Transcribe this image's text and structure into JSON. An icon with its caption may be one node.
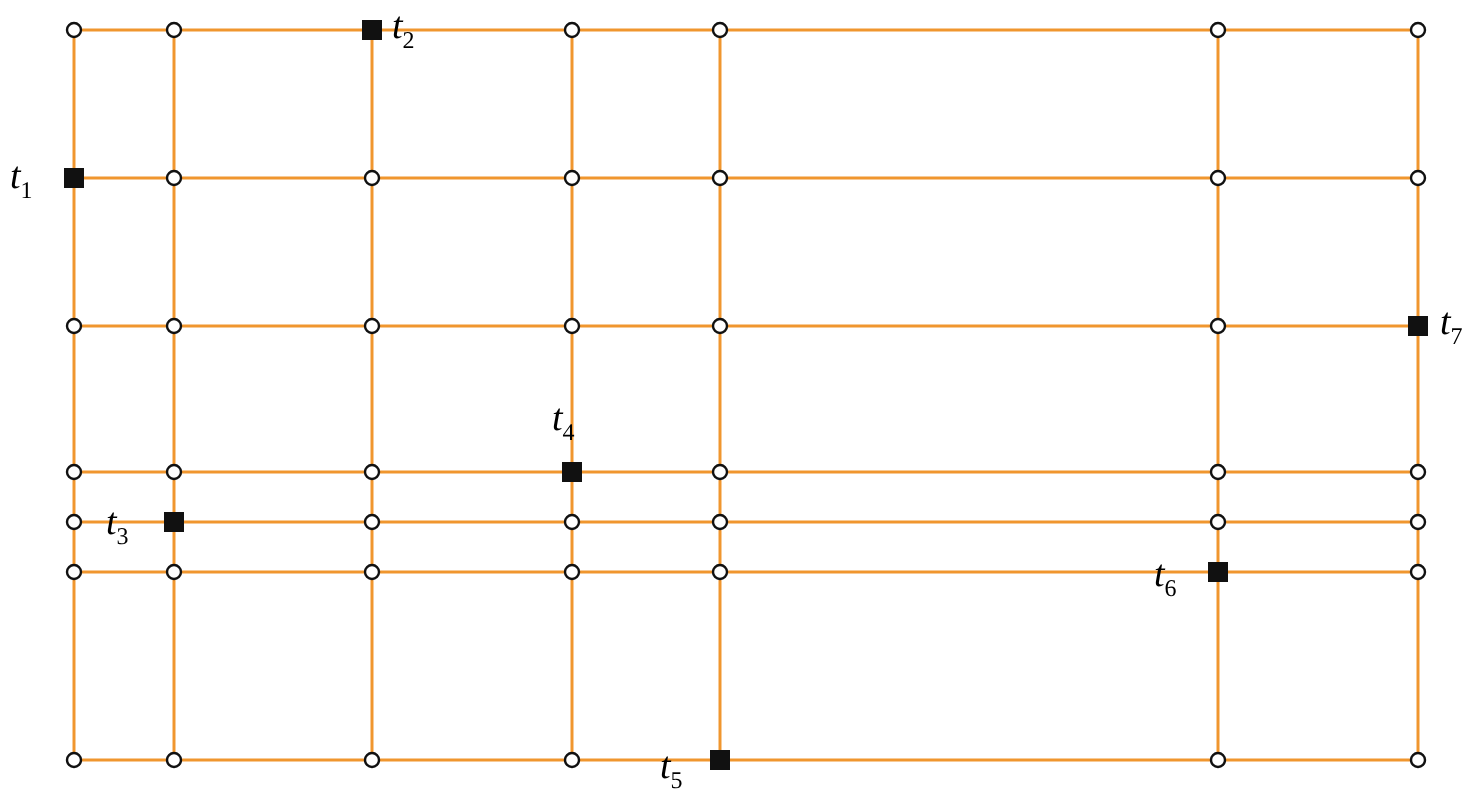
{
  "diagram": {
    "nodes": [
      {
        "text": [],
        "shape": "circle"
      },
      {
        "text": [],
        "shape": "circle"
      },
      {
        "text": [],
        "shape": "box",
        "beside": [
          "t$_{2}$"
        ]
      },
      {
        "text": [],
        "shape": "circle"
      },
      {
        "text": [],
        "shape": "circle"
      },
      {
        "text": [],
        "shape": "circle"
      },
      {
        "text": [],
        "shape": "circle"
      },
      {
        "text": [],
        "shape": "box",
        "beside": [
          "t$_{1}$"
        ]
      },
      {
        "text": [],
        "shape": "circle"
      },
      {
        "text": [],
        "shape": "circle"
      },
      {
        "text": [],
        "shape": "circle"
      },
      {
        "text": [],
        "shape": "circle"
      },
      {
        "text": [],
        "shape": "circle"
      },
      {
        "text": [],
        "shape": "circle"
      },
      {
        "text": [],
        "shape": "circle"
      },
      {
        "text": [],
        "shape": "circle"
      },
      {
        "text": [],
        "shape": "circle"
      },
      {
        "text": [],
        "shape": "circle"
      },
      {
        "text": [],
        "shape": "circle"
      },
      {
        "text": [],
        "shape": "circle"
      },
      {
        "text": [],
        "shape": "box",
        "beside": [
          "t$_{7}$"
        ]
      },
      {
        "text": [],
        "shape": "circle"
      },
      {
        "text": [],
        "shape": "circle"
      },
      {
        "text": [],
        "shape": "circle"
      },
      {
        "text": [],
        "shape": "box",
        "beside": [
          "t$_{4}$"
        ]
      },
      {
        "text": [],
        "shape": "circle"
      },
      {
        "text": [],
        "shape": "circle"
      },
      {
        "text": [],
        "shape": "circle"
      },
      {
        "text": [],
        "shape": "circle"
      },
      {
        "text": [],
        "shape": "box",
        "beside": [
          "t$_{3}$"
        ]
      },
      {
        "text": [],
        "shape": "circle"
      },
      {
        "text": [],
        "shape": "circle"
      },
      {
        "text": [],
        "shape": "circle"
      },
      {
        "text": [],
        "shape": "circle"
      },
      {
        "text": [],
        "shape": "circle"
      },
      {
        "text": [],
        "shape": "circle"
      },
      {
        "text": [],
        "shape": "circle"
      },
      {
        "text": [],
        "shape": "circle"
      },
      {
        "text": [],
        "shape": "circle"
      },
      {
        "text": [],
        "shape": "circle"
      },
      {
        "text": [],
        "shape": "box",
        "beside": [
          "t$_{6}$"
        ]
      },
      {
        "text": [],
        "shape": "circle"
      },
      {
        "text": [],
        "shape": "circle"
      },
      {
        "text": [],
        "shape": "circle"
      },
      {
        "text": [],
        "shape": "circle"
      },
      {
        "text": [],
        "shape": "circle"
      },
      {
        "text": [],
        "shape": "box",
        "beside": [
          "t$_{5}$"
        ]
      },
      {
        "text": [],
        "shape": "circle"
      },
      {
        "text": [],
        "shape": "circle"
      }
    ],
    "edges": [
      {
        "from": 0,
        "to": 1,
        "arrow": "none"
      },
      {
        "from": 1,
        "to": 2,
        "arrow": "none"
      },
      {
        "from": 2,
        "to": 3,
        "arrow": "none"
      },
      {
        "from": 3,
        "to": 4,
        "arrow": "none"
      },
      {
        "from": 4,
        "to": 5,
        "arrow": "none"
      },
      {
        "from": 5,
        "to": 6,
        "arrow": "none"
      },
      {
        "from": 7,
        "to": 8,
        "arrow": "none"
      },
      {
        "from": 8,
        "to": 9,
        "arrow": "none"
      },
      {
        "from": 9,
        "to": 10,
        "arrow": "none"
      },
      {
        "from": 10,
        "to": 11,
        "arrow": "none"
      },
      {
        "from": 11,
        "to": 12,
        "arrow": "none"
      },
      {
        "from": 12,
        "to": 13,
        "arrow": "none"
      },
      {
        "from": 14,
        "to": 15,
        "arrow": "none"
      },
      {
        "from": 15,
        "to": 16,
        "arrow": "none"
      },
      {
        "from": 16,
        "to": 17,
        "arrow": "none"
      },
      {
        "from": 17,
        "to": 18,
        "arrow": "none"
      },
      {
        "from": 18,
        "to": 19,
        "arrow": "none"
      },
      {
        "from": 19,
        "to": 20,
        "arrow": "none"
      },
      {
        "from": 21,
        "to": 22,
        "arrow": "none"
      },
      {
        "from": 22,
        "to": 23,
        "arrow": "none"
      },
      {
        "from": 23,
        "to": 24,
        "arrow": "none"
      },
      {
        "from": 24,
        "to": 25,
        "arrow": "none"
      },
      {
        "from": 25,
        "to": 26,
        "arrow": "none"
      },
      {
        "from": 26,
        "to": 27,
        "arrow": "none"
      },
      {
        "from": 28,
        "to": 29,
        "arrow": "none"
      },
      {
        "from": 29,
        "to": 30,
        "arrow": "none"
      },
      {
        "from": 30,
        "to": 31,
        "arrow": "none"
      },
      {
        "from": 31,
        "to": 32,
        "arrow": "none"
      },
      {
        "from": 32,
        "to": 33,
        "arrow": "none"
      },
      {
        "from": 33,
        "to": 34,
        "arrow": "none"
      },
      {
        "from": 35,
        "to": 36,
        "arrow": "none"
      },
      {
        "from": 36,
        "to": 37,
        "arrow": "none"
      },
      {
        "from": 37,
        "to": 38,
        "arrow": "none"
      },
      {
        "from": 38,
        "to": 39,
        "arrow": "none"
      },
      {
        "from": 39,
        "to": 40,
        "arrow": "none"
      },
      {
        "from": 40,
        "to": 41,
        "arrow": "none"
      },
      {
        "from": 42,
        "to": 43,
        "arrow": "none"
      },
      {
        "from": 43,
        "to": 44,
        "arrow": "none"
      },
      {
        "from": 44,
        "to": 45,
        "arrow": "none"
      },
      {
        "from": 45,
        "to": 46,
        "arrow": "none"
      },
      {
        "from": 46,
        "to": 47,
        "arrow": "none"
      },
      {
        "from": 47,
        "to": 48,
        "arrow": "none"
      },
      {
        "from": 0,
        "to": 7,
        "arrow": "none"
      },
      {
        "from": 7,
        "to": 14,
        "arrow": "none"
      },
      {
        "from": 14,
        "to": 21,
        "arrow": "none"
      },
      {
        "from": 21,
        "to": 28,
        "arrow": "none"
      },
      {
        "from": 28,
        "to": 35,
        "arrow": "none"
      },
      {
        "from": 35,
        "to": 42,
        "arrow": "none"
      },
      {
        "from": 1,
        "to": 8,
        "arrow": "none"
      },
      {
        "from": 8,
        "to": 15,
        "arrow": "none"
      },
      {
        "from": 15,
        "to": 22,
        "arrow": "none"
      },
      {
        "from": 22,
        "to": 29,
        "arrow": "none"
      },
      {
        "from": 29,
        "to": 36,
        "arrow": "none"
      },
      {
        "from": 36,
        "to": 43,
        "arrow": "none"
      },
      {
        "from": 2,
        "to": 9,
        "arrow": "none"
      },
      {
        "from": 9,
        "to": 16,
        "arrow": "none"
      },
      {
        "from": 16,
        "to": 23,
        "arrow": "none"
      },
      {
        "from": 23,
        "to": 30,
        "arrow": "none"
      },
      {
        "from": 30,
        "to": 37,
        "arrow": "none"
      },
      {
        "from": 37,
        "to": 44,
        "arrow": "none"
      },
      {
        "from": 3,
        "to": 10,
        "arrow": "none"
      },
      {
        "from": 10,
        "to": 17,
        "arrow": "none"
      },
      {
        "from": 17,
        "to": 24,
        "arrow": "none"
      },
      {
        "from": 24,
        "to": 31,
        "arrow": "none"
      },
      {
        "from": 31,
        "to": 38,
        "arrow": "none"
      },
      {
        "from": 38,
        "to": 45,
        "arrow": "none"
      },
      {
        "from": 4,
        "to": 11,
        "arrow": "none"
      },
      {
        "from": 11,
        "to": 18,
        "arrow": "none"
      },
      {
        "from": 18,
        "to": 25,
        "arrow": "none"
      },
      {
        "from": 25,
        "to": 32,
        "arrow": "none"
      },
      {
        "from": 32,
        "to": 39,
        "arrow": "none"
      },
      {
        "from": 39,
        "to": 46,
        "arrow": "none"
      },
      {
        "from": 5,
        "to": 12,
        "arrow": "none"
      },
      {
        "from": 12,
        "to": 19,
        "arrow": "none"
      },
      {
        "from": 19,
        "to": 26,
        "arrow": "none"
      },
      {
        "from": 26,
        "to": 33,
        "arrow": "none"
      },
      {
        "from": 33,
        "to": 40,
        "arrow": "none"
      },
      {
        "from": 40,
        "to": 47,
        "arrow": "none"
      },
      {
        "from": 6,
        "to": 13,
        "arrow": "none"
      },
      {
        "from": 13,
        "to": 20,
        "arrow": "none"
      },
      {
        "from": 20,
        "to": 27,
        "arrow": "none"
      },
      {
        "from": 27,
        "to": 34,
        "arrow": "none"
      },
      {
        "from": 34,
        "to": 41,
        "arrow": "none"
      },
      {
        "from": 41,
        "to": 48,
        "arrow": "none"
      }
    ]
  }
}
